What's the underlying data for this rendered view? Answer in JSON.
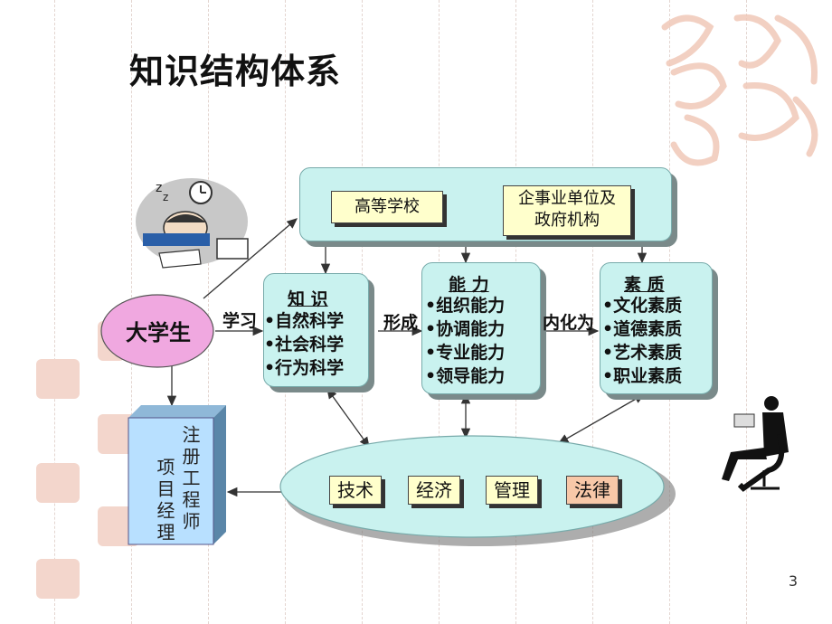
{
  "title": "知识结构体系",
  "page_number": "3",
  "student": "大学生",
  "top_box": {
    "institution1": "高等学校",
    "institution2_line1": "企事业单位及",
    "institution2_line2": "政府机构"
  },
  "knowledge": {
    "head": "知 识",
    "items": [
      "•自然科学",
      "•社会科学",
      "•行为科学"
    ]
  },
  "ability": {
    "head": "能 力",
    "items": [
      "•组织能力",
      "•协调能力",
      "•专业能力",
      "•领导能力"
    ]
  },
  "quality": {
    "head": "素 质",
    "items": [
      "•文化素质",
      "•道德素质",
      "•艺术素质",
      "•职业素质"
    ]
  },
  "arrow_labels": {
    "learn": "学习",
    "form": "形成",
    "internalize": "内化为"
  },
  "career_box": {
    "col1": "注册工程师",
    "col2": "项目经理"
  },
  "bottom_items": [
    "技术",
    "经济",
    "管理",
    "法律"
  ],
  "colors": {
    "box_fill": "#c9f2ef",
    "label_fill": "#ffffcc",
    "law_fill": "#f8c8a8",
    "student_fill": "#f0a8e0",
    "career_fill": "#b8e0ff"
  }
}
